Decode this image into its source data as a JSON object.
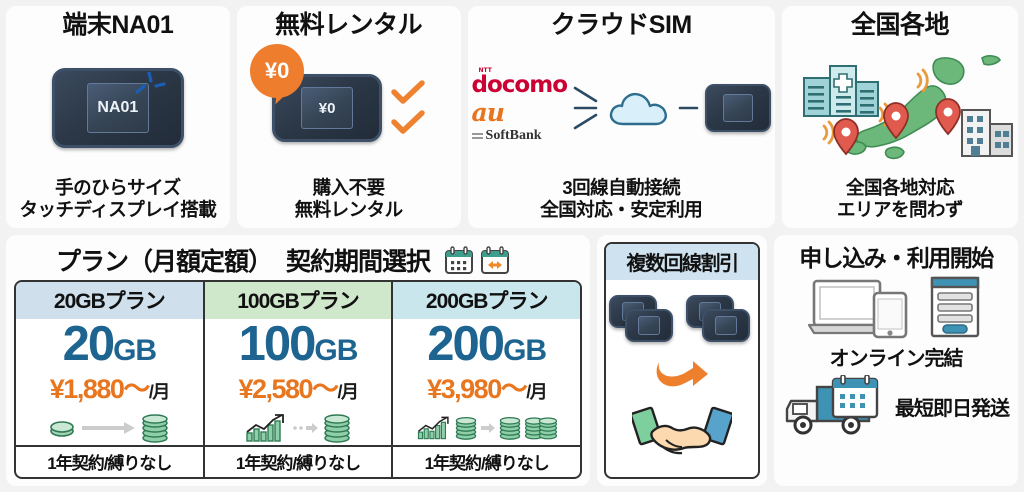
{
  "features": [
    {
      "title": "端末NA01",
      "device_label": "NA01",
      "caption_lines": [
        "手のひらサイズ",
        "タッチディスプレイ搭載"
      ],
      "icon": "wifi-router-icon"
    },
    {
      "title": "無料レンタル",
      "bubble_label": "¥0",
      "device_label": "¥0",
      "caption_lines": [
        "購入不要",
        "無料レンタル"
      ],
      "icon": "free-rental-icon"
    },
    {
      "title": "クラウドSIM",
      "carriers": [
        {
          "name": "docomo",
          "superscript": "NTT",
          "color": "#cc0033"
        },
        {
          "name": "au",
          "color": "#e8741e"
        },
        {
          "name": "SoftBank",
          "color": "#333333"
        }
      ],
      "caption_lines": [
        "3回線自動接続",
        "全国対応・安定利用"
      ],
      "icon": "cloud-sim-icon"
    },
    {
      "title": "全国各地",
      "caption_lines": [
        "全国各地対応",
        "エリアを問わず"
      ],
      "icon": "japan-map-icon"
    }
  ],
  "plans_section": {
    "title": "プラン（月額定額）",
    "period_title": "契約期間選択",
    "calendar_icons": [
      "calendar-grid-icon",
      "calendar-range-icon"
    ],
    "plans": [
      {
        "header": "20GBプラン",
        "header_color": "#cfe0ec",
        "amount": "20",
        "amount_unit": "GB",
        "price": "¥1,880〜",
        "price_per": "/月",
        "note": "1年契約/縛りなし",
        "icons": [
          "coin-small-icon",
          "arrow-right-icon",
          "coin-stack-icon"
        ]
      },
      {
        "header": "100GBプラン",
        "header_color": "#cfe8cb",
        "amount": "100",
        "amount_unit": "GB",
        "price": "¥2,580〜",
        "price_per": "/月",
        "note": "1年契約/縛りなし",
        "icons": [
          "growth-chart-icon",
          "arrow-right-icon",
          "coin-stack-icon"
        ]
      },
      {
        "header": "200GBプラン",
        "header_color": "#c9e6ec",
        "amount": "200",
        "amount_unit": "GB",
        "price": "¥3,980〜",
        "price_per": "/月",
        "note": "1年契約/縛りなし",
        "icons": [
          "growth-chart-icon",
          "coin-stack-icon",
          "arrow-right-icon",
          "coin-stack-icon",
          "coin-stack-double-icon"
        ]
      }
    ]
  },
  "multi_line": {
    "header": "複数回線割引",
    "icons": [
      "router-pair-icon",
      "router-pair-icon",
      "orange-curved-arrow-icon",
      "handshake-icon"
    ]
  },
  "signup": {
    "title": "申し込み・利用開始",
    "online_caption": "オンライン完結",
    "shipping_caption": "最短即日発送",
    "icons": [
      "laptop-icon",
      "smartphone-icon",
      "web-form-icon",
      "delivery-truck-icon",
      "calendar-icon"
    ]
  },
  "colors": {
    "accent_orange": "#e8761f",
    "plan_blue": "#1e6490",
    "docomo_red": "#cc0033",
    "au_orange": "#e8741e",
    "map_green": "#6cb87a",
    "page_bg": "#f2f2f2"
  }
}
